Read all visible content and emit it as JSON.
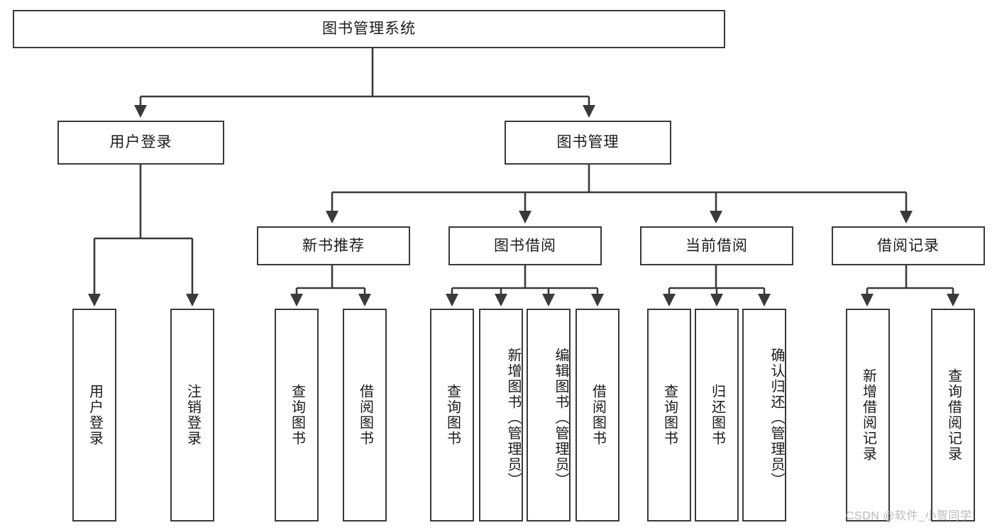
{
  "diagram": {
    "title": "图书管理系统",
    "type": "tree",
    "root": {
      "id": "root",
      "label": "图书管理系统",
      "orientation": "horizontal"
    },
    "level1": [
      {
        "id": "user-login",
        "label": "用户登录",
        "orientation": "horizontal"
      },
      {
        "id": "book-management",
        "label": "图书管理",
        "orientation": "horizontal"
      }
    ],
    "level2": [
      {
        "id": "new-book-recommend",
        "label": "新书推荐",
        "parent": "book-management",
        "orientation": "horizontal"
      },
      {
        "id": "book-borrow",
        "label": "图书借阅",
        "parent": "book-management",
        "orientation": "horizontal"
      },
      {
        "id": "current-borrow",
        "label": "当前借阅",
        "parent": "book-management",
        "orientation": "horizontal"
      },
      {
        "id": "borrow-record",
        "label": "借阅记录",
        "parent": "book-management",
        "orientation": "horizontal"
      }
    ],
    "leaves": [
      {
        "id": "leaf-user-login",
        "label": "用户登录",
        "parent": "user-login",
        "orientation": "vertical"
      },
      {
        "id": "leaf-logout",
        "label": "注销登录",
        "parent": "user-login",
        "orientation": "vertical"
      },
      {
        "id": "leaf-query-books-1",
        "label": "查询图书",
        "parent": "new-book-recommend",
        "orientation": "vertical"
      },
      {
        "id": "leaf-borrow-books-1",
        "label": "借阅图书",
        "parent": "new-book-recommend",
        "orientation": "vertical"
      },
      {
        "id": "leaf-query-books-2",
        "label": "查询图书",
        "parent": "book-borrow",
        "orientation": "vertical"
      },
      {
        "id": "leaf-add-book",
        "label": "新增图书（管理员）",
        "parent": "book-borrow",
        "orientation": "vertical"
      },
      {
        "id": "leaf-edit-book",
        "label": "编辑图书（管理员）",
        "parent": "book-borrow",
        "orientation": "vertical"
      },
      {
        "id": "leaf-borrow-books-2",
        "label": "借阅图书",
        "parent": "book-borrow",
        "orientation": "vertical"
      },
      {
        "id": "leaf-query-books-3",
        "label": "查询图书",
        "parent": "current-borrow",
        "orientation": "vertical"
      },
      {
        "id": "leaf-return-book",
        "label": "归还图书",
        "parent": "current-borrow",
        "orientation": "vertical"
      },
      {
        "id": "leaf-confirm-return",
        "label": "确认归还（管理员）",
        "parent": "current-borrow",
        "orientation": "vertical"
      },
      {
        "id": "leaf-add-record",
        "label": "新增借阅记录",
        "parent": "borrow-record",
        "orientation": "vertical"
      },
      {
        "id": "leaf-query-record",
        "label": "查询借阅记录",
        "parent": "borrow-record",
        "orientation": "vertical"
      }
    ],
    "colors": {
      "stroke": "#3a3a3a",
      "text": "#1b1b1b",
      "background": "#ffffff",
      "watermark": "#b9b9b9"
    }
  },
  "watermark": {
    "text": "CSDN @软件_小贺同学"
  }
}
